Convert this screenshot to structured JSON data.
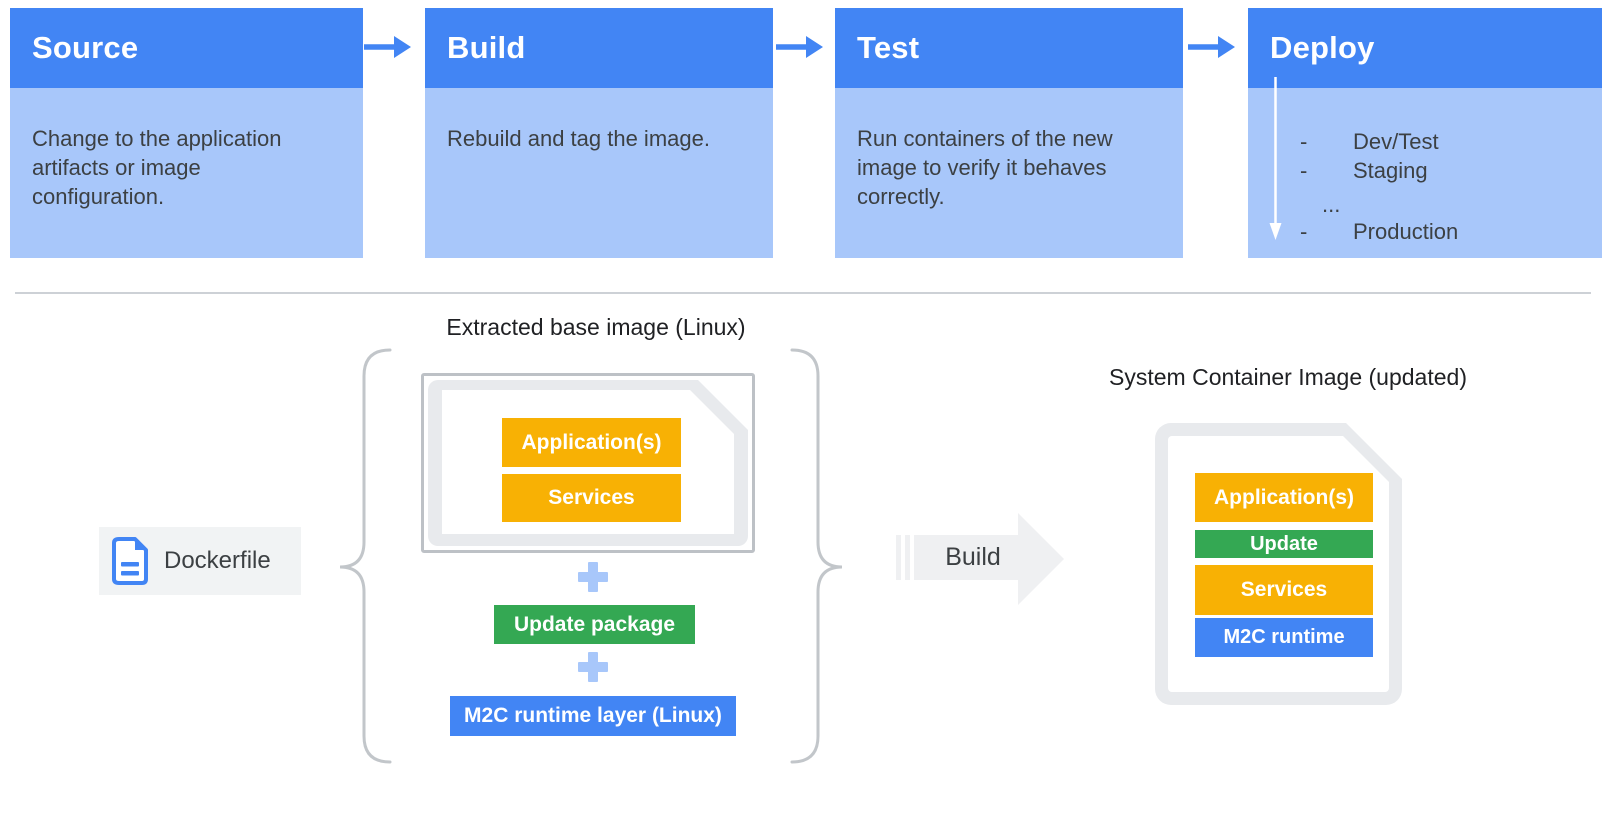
{
  "palette": {
    "header_blue": "#4285F4",
    "body_light_blue": "#A8C7FA",
    "yellow": "#F8B104",
    "green": "#34A853",
    "blue": "#4285F4",
    "grey_doc": "#E8EAED",
    "dark_text": "#3C4043"
  },
  "pipeline": {
    "stages": [
      {
        "title": "Source",
        "description": "Change to the application artifacts or image configuration."
      },
      {
        "title": "Build",
        "description": "Rebuild and tag the image."
      },
      {
        "title": "Test",
        "description": "Run containers of the new image to verify it behaves correctly."
      },
      {
        "title": "Deploy",
        "description": ""
      }
    ],
    "deploy_targets": [
      {
        "dash": "-",
        "label": "Dev/Test"
      },
      {
        "dash": "-",
        "label": "Staging"
      },
      {
        "dash": "",
        "label": "..."
      },
      {
        "dash": "-",
        "label": "Production"
      }
    ]
  },
  "build_flow": {
    "dockerfile_label": "Dockerfile",
    "extracted_title": "Extracted base image (Linux)",
    "base_image_layers": [
      {
        "label": "Application(s)"
      },
      {
        "label": "Services"
      }
    ],
    "update_package_label": "Update package",
    "runtime_layer_label": "M2C runtime layer (Linux)",
    "build_arrow_label": "Build",
    "result_title": "System Container Image (updated)",
    "result_layers": [
      {
        "label": "Application(s)",
        "color": "yellow"
      },
      {
        "label": "Update",
        "color": "green"
      },
      {
        "label": "Services",
        "color": "yellow"
      },
      {
        "label": "M2C runtime",
        "color": "blue"
      }
    ]
  }
}
